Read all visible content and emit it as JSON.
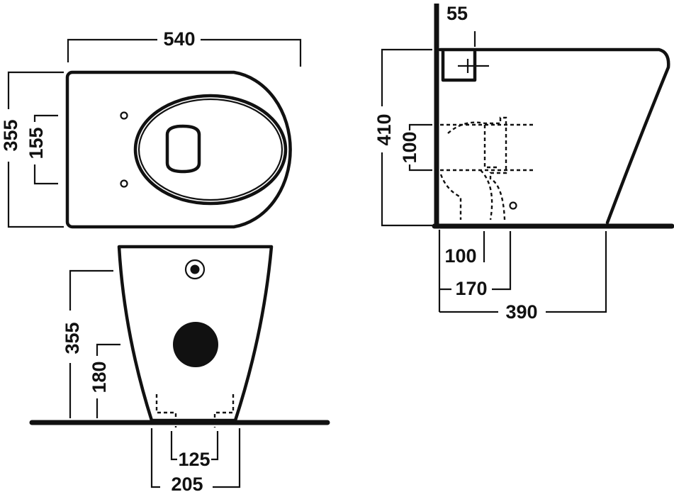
{
  "dimensions": {
    "top_view": {
      "width": "540",
      "depth": "355",
      "fixing_spacing": "155"
    },
    "front_view": {
      "height": "355",
      "inlet_height": "180",
      "fixing_spacing": "125",
      "base_width": "205"
    },
    "side_view": {
      "wall_gap": "55",
      "height": "410",
      "outlet_zone": "100",
      "outlet_offset": "100",
      "fixing_offset": "170",
      "depth": "390"
    }
  }
}
